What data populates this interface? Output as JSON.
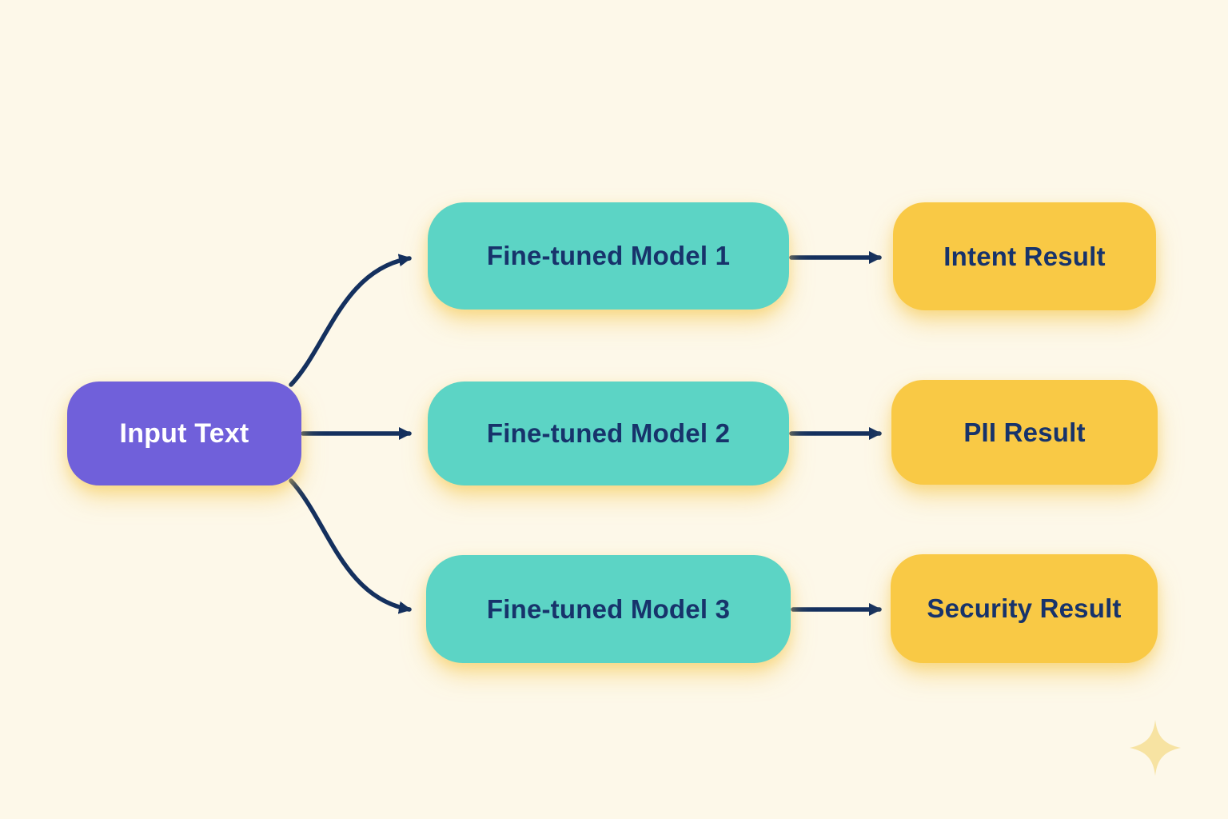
{
  "diagram": {
    "background_color": "#FDF8E9",
    "arrow_color": "#14305E",
    "sparkle_color": "#F7E3A2",
    "nodes": {
      "input": {
        "label": "Input Text",
        "fill": "#7060DA",
        "text_color": "#FFFFFF"
      },
      "model1": {
        "label": "Fine-tuned Model 1",
        "fill": "#5CD4C5",
        "text_color": "#17336B"
      },
      "model2": {
        "label": "Fine-tuned Model 2",
        "fill": "#5CD4C5",
        "text_color": "#17336B"
      },
      "model3": {
        "label": "Fine-tuned Model 3",
        "fill": "#5CD4C5",
        "text_color": "#17336B"
      },
      "result1": {
        "label": "Intent Result",
        "fill": "#F9C945",
        "text_color": "#17336B"
      },
      "result2": {
        "label": "PII Result",
        "fill": "#F9C945",
        "text_color": "#17336B"
      },
      "result3": {
        "label": "Security Result",
        "fill": "#F9C945",
        "text_color": "#17336B"
      }
    },
    "edges": [
      {
        "from": "input",
        "to": "model1"
      },
      {
        "from": "input",
        "to": "model2"
      },
      {
        "from": "input",
        "to": "model3"
      },
      {
        "from": "model1",
        "to": "result1"
      },
      {
        "from": "model2",
        "to": "result2"
      },
      {
        "from": "model3",
        "to": "result3"
      }
    ]
  }
}
